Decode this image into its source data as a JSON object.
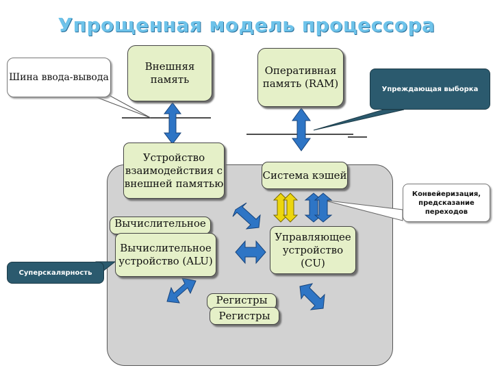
{
  "title": "Упрощенная модель процессора",
  "boxes": {
    "external_memory": "Внешняя память",
    "ram": "Оперативная память (RAM)",
    "interaction_device": "Устройство взаимодействия с внешней памятью",
    "cache": "Система кэшей",
    "alu_back": "Вычислительное",
    "alu": "Вычислительное устройство (ALU)",
    "cu": "Управляющее устройство (CU)",
    "registers_back": "Регистры",
    "registers": "Регистры"
  },
  "callouts": {
    "io_bus": "Шина ввода-вывода",
    "prefetch": "Упреждающая выборка",
    "pipelining": "Конвейеризация, предсказание переходов",
    "superscalar": "Суперскалярность"
  }
}
